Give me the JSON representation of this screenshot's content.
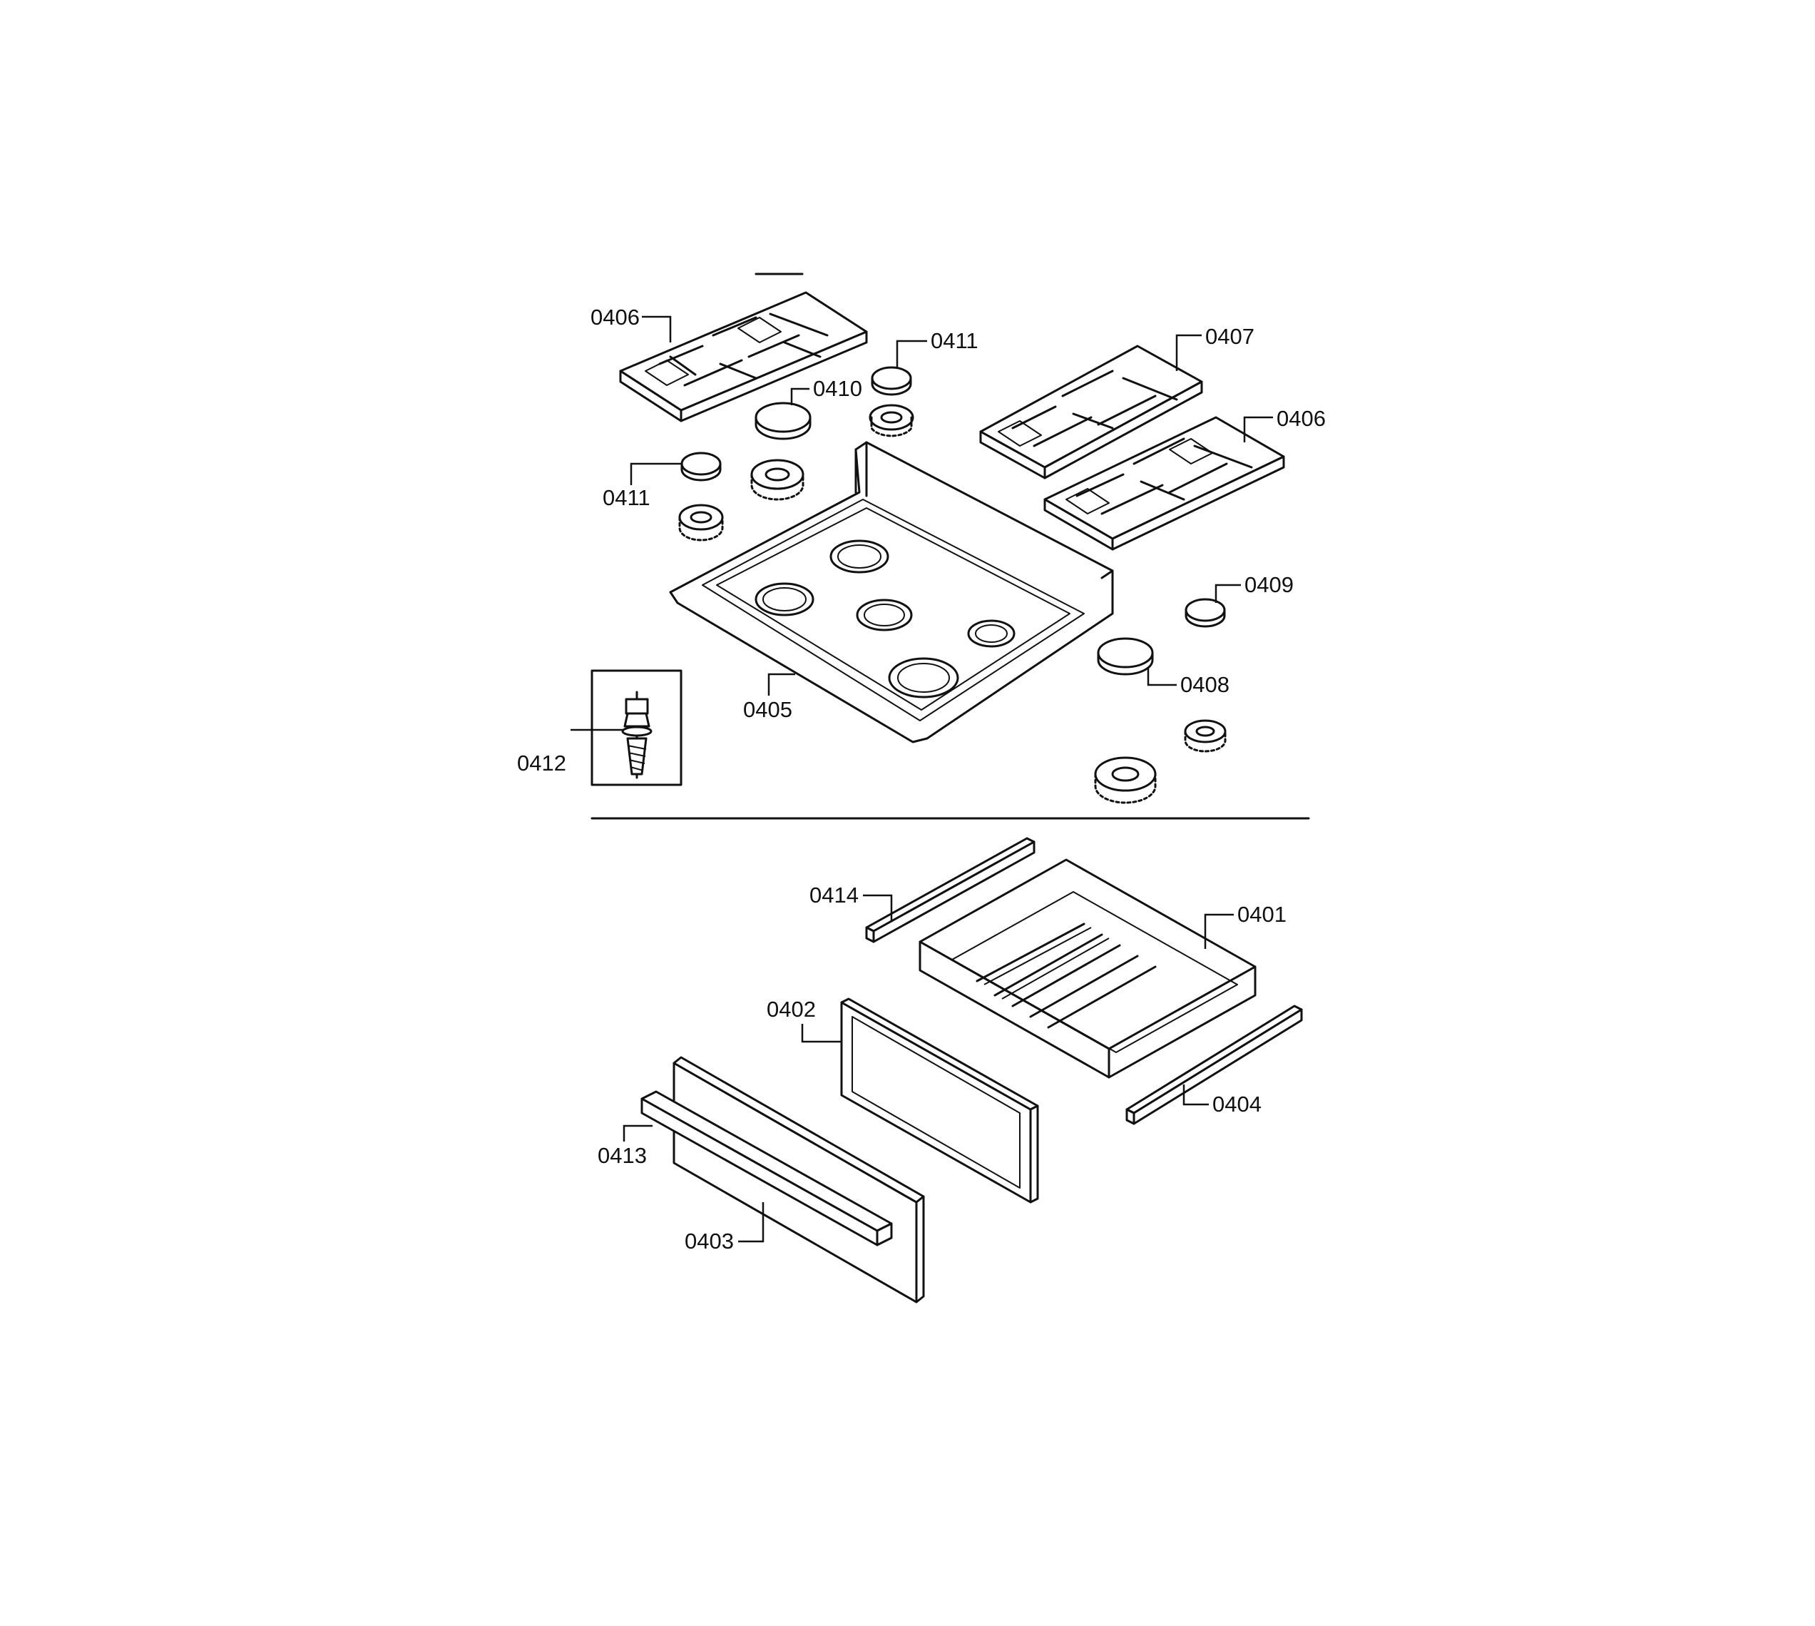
{
  "diagram": {
    "callouts": {
      "c0401": "0401",
      "c0402": "0402",
      "c0403": "0403",
      "c0404": "0404",
      "c0405": "0405",
      "c0406a": "0406",
      "c0406b": "0406",
      "c0407": "0407",
      "c0408": "0408",
      "c0409": "0409",
      "c0410": "0410",
      "c0411a": "0411",
      "c0411b": "0411",
      "c0412": "0412",
      "c0413": "0413",
      "c0414": "0414"
    }
  }
}
